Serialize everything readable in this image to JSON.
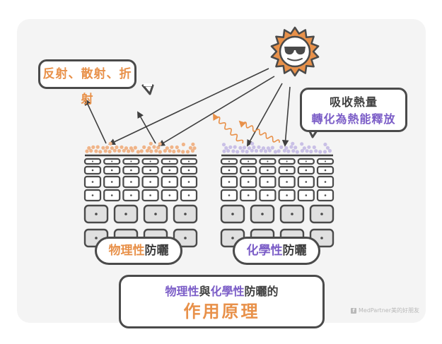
{
  "colors": {
    "orange": "#e8914a",
    "purple": "#7b5dc7",
    "outline": "#4a4a4a",
    "panel": "#f4f4f4",
    "physical_particle": "#f0b488",
    "chemical_particle": "#c9c0e6",
    "cell_fill_top": "#ffffff",
    "cell_fill_bottom": "#e0e0e0"
  },
  "sun": {
    "icon": "sun-with-sunglasses-icon"
  },
  "callouts": {
    "physical_effect": "反射、散射、折射",
    "chemical_effect_line1": "吸收熱量",
    "chemical_effect_line2": "轉化為熱能釋放"
  },
  "labels": {
    "physical": {
      "highlight": "物理性",
      "rest": "防曬"
    },
    "chemical": {
      "highlight": "化學性",
      "rest": "防曬"
    }
  },
  "title": {
    "line1_part1": "物理性",
    "line1_part2": "與",
    "line1_part3": "化學性",
    "line1_part4": "防曬的",
    "line2": "作用原理"
  },
  "watermark": {
    "icon": "facebook-icon",
    "text": "MedPartner美的好朋友"
  }
}
